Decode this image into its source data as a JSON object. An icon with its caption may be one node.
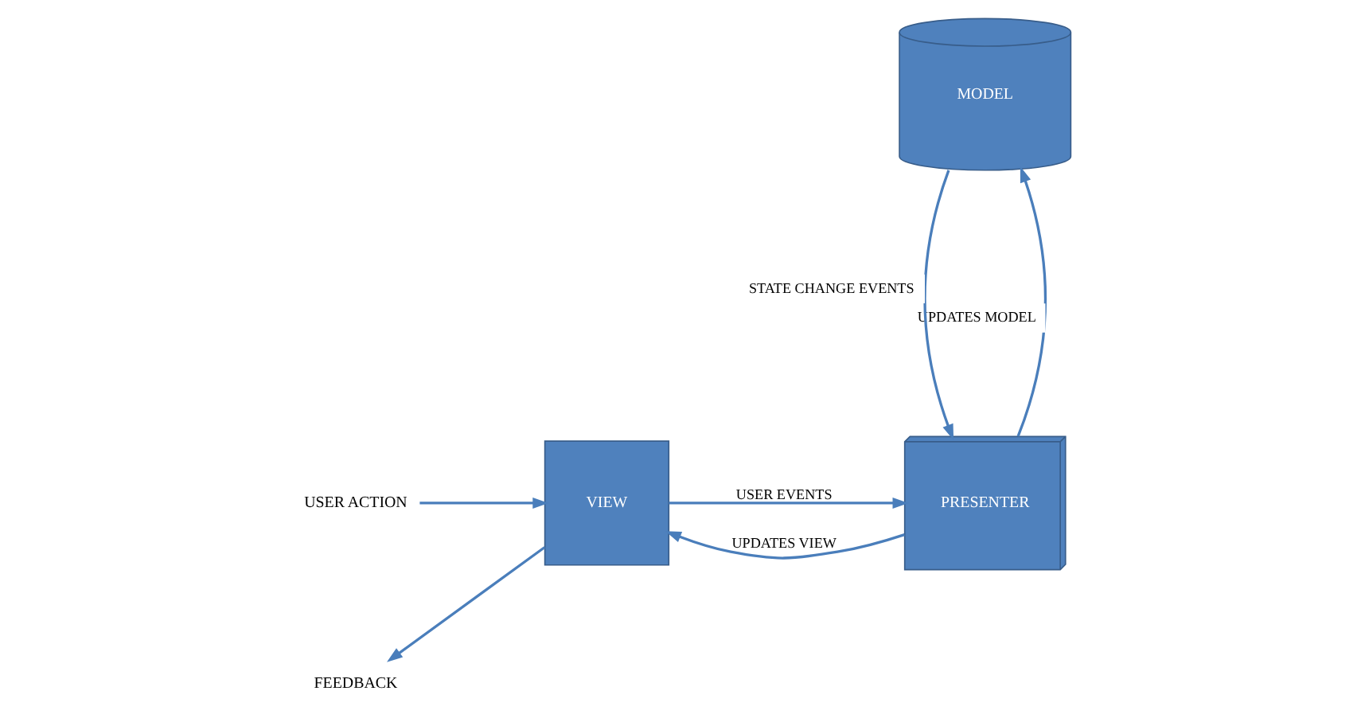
{
  "diagram": {
    "nodes": [
      {
        "text": [
          "USER ACTION"
        ]
      },
      {
        "text": [
          "FEEDBACK"
        ]
      },
      {
        "text": [
          "VIEW"
        ]
      },
      {
        "text": [
          "PRESENTER"
        ]
      },
      {
        "text": [
          "MODEL"
        ]
      }
    ],
    "edges": [
      {
        "from": 0,
        "to": 2,
        "arrow": "to"
      },
      {
        "from": 2,
        "to": 1,
        "arrow": "to"
      },
      {
        "from": 2,
        "to": 3,
        "arrow": "to",
        "label": "USER EVENTS"
      },
      {
        "from": 3,
        "to": 2,
        "arrow": "to",
        "label": "UPDATES VIEW"
      },
      {
        "from": 3,
        "to": 4,
        "arrow": "to",
        "label": "UPDATES MODEL"
      },
      {
        "from": 4,
        "to": 3,
        "arrow": "to",
        "label": "STATE CHANGE EVENTS"
      }
    ]
  }
}
